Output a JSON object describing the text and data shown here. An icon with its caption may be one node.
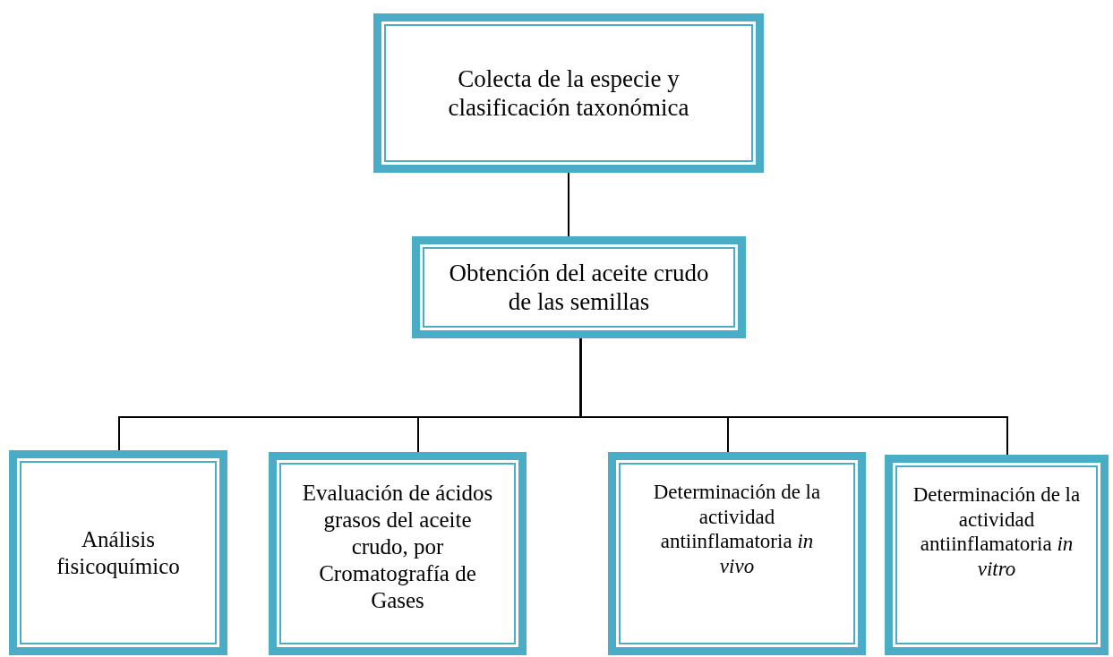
{
  "diagram": {
    "nodes": [
      {
        "text": [
          "Colecta de la especie y clasificación taxonómica"
        ]
      },
      {
        "text": [
          "Obtención del aceite crudo de las semillas"
        ]
      },
      {
        "text": [
          "Análisis fisicoquímico"
        ]
      },
      {
        "text": [
          "Evaluación de ácidos grasos del aceite crudo, por Cromatografía de Gases"
        ]
      },
      {
        "text": [
          "Determinación de la actividad antiinflamatoria *in vivo*"
        ]
      },
      {
        "text": [
          "Determinación de la actividad antiinflamatoria *in vitro*"
        ]
      }
    ],
    "edges": [
      {
        "from": 0,
        "to": 1,
        "arrow": "none"
      },
      {
        "from": 1,
        "to": 2,
        "arrow": "none"
      },
      {
        "from": 1,
        "to": 3,
        "arrow": "none"
      },
      {
        "from": 1,
        "to": 4,
        "arrow": "none"
      },
      {
        "from": 1,
        "to": 5,
        "arrow": "none"
      }
    ]
  }
}
